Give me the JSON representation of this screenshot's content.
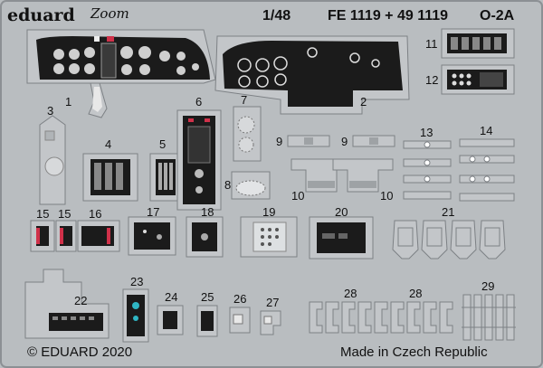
{
  "header": {
    "brand": "eduard",
    "brand_sub": "Zoom",
    "scale": "1/48",
    "codes": "FE 1119 + 49 1119",
    "model": "O-2A"
  },
  "footer": {
    "copyright": "© EDUARD 2020",
    "origin": "Made in Czech Republic"
  },
  "part_numbers": [
    "1",
    "2",
    "3",
    "4",
    "5",
    "6",
    "7",
    "8",
    "9",
    "9",
    "10",
    "10",
    "11",
    "12",
    "13",
    "14",
    "15",
    "15",
    "16",
    "17",
    "18",
    "19",
    "20",
    "21",
    "22",
    "23",
    "24",
    "25",
    "26",
    "27",
    "28",
    "28",
    "29"
  ],
  "colors": {
    "fret": "#b9bdc0",
    "panel": "#1b1b1b",
    "accent_red": "#d0314a",
    "accent_cyan": "#2fb6c4"
  }
}
